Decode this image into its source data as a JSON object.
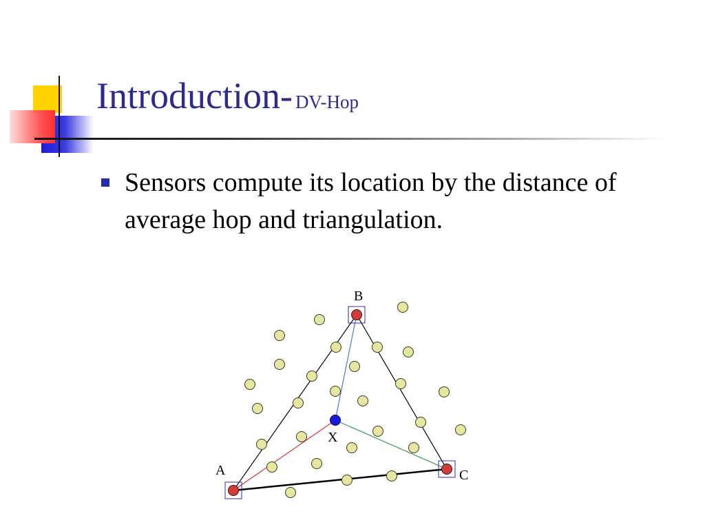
{
  "slide": {
    "title": "Introduction-",
    "title_suffix": "DV-Hop",
    "bullets": [
      "Sensors compute its location by the distance of average hop and triangulation."
    ]
  },
  "diagram": {
    "anchors": [
      {
        "label": "A"
      },
      {
        "label": "B"
      },
      {
        "label": "C"
      }
    ],
    "unknown_node": {
      "label": "X"
    },
    "colors": {
      "anchor": "#d23c3c",
      "unknown": "#1a1adc",
      "sensor": "#e6e6a0",
      "line_AX": "#e03030",
      "line_BX": "#4a7ad8",
      "line_CX": "#3a9a5a",
      "anchor_box": "#2a2ab0"
    }
  }
}
